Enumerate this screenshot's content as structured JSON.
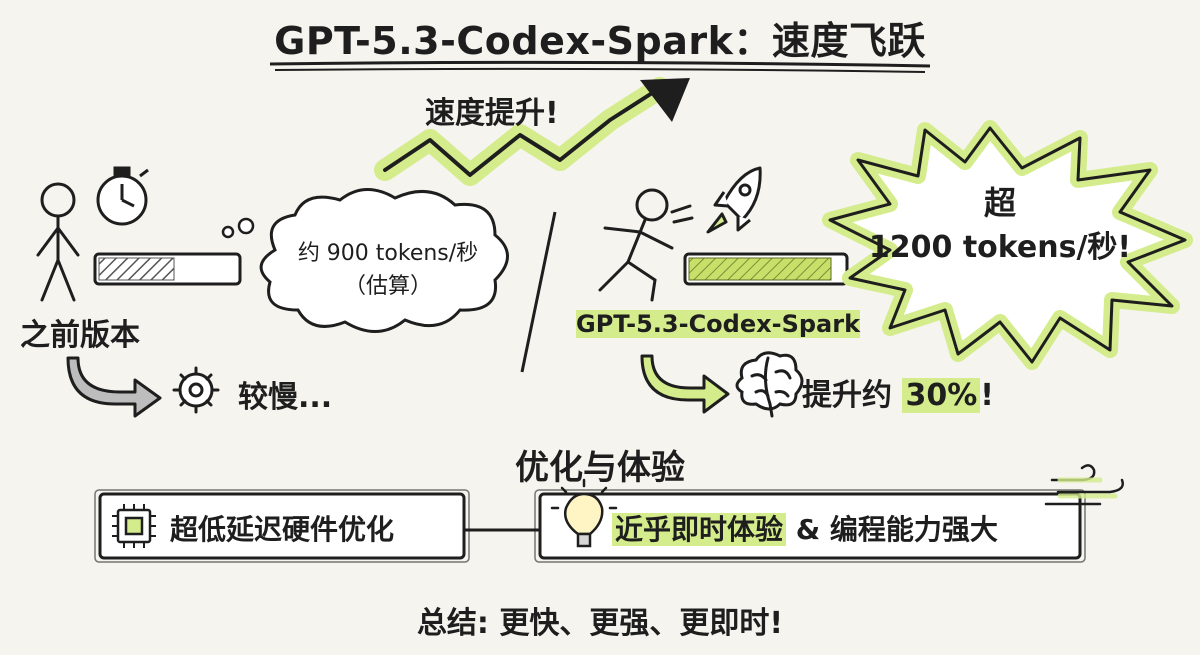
{
  "title": "GPT-5.3-Codex-Spark：速度飞跃",
  "speed_label": "速度提升!",
  "left": {
    "label": "之前版本",
    "cloud_line1": "约 900 tokens/秒",
    "cloud_line2": "（估算）",
    "result": "较慢...",
    "bar_fill": 0.55
  },
  "right": {
    "model_label": "GPT-5.3-Codex-Spark",
    "burst_line1": "超",
    "burst_line2": "1200 tokens/秒!",
    "boost_prefix": "提升约",
    "boost_value": "30%",
    "boost_suffix": "!",
    "bar_fill": 0.92
  },
  "section_title": "优化与体验",
  "features": {
    "box1": "超低延迟硬件优化",
    "box2_highlight": "近乎即时体验",
    "box2_rest": "& 编程能力强大"
  },
  "summary": "总结: 更快、更强、更即时!",
  "colors": {
    "accent": "#d4ec8c",
    "ink": "#1e1e1e",
    "background": "#f5f4ef",
    "bar_gray": "#9a9a9a",
    "bar_green": "#c8e06a"
  },
  "icons": [
    "stopwatch-icon",
    "stick-figure-icon",
    "gear-icon",
    "rocket-icon",
    "running-figure-icon",
    "brain-icon",
    "chip-icon",
    "lightbulb-icon",
    "wind-icon",
    "arrow-icon"
  ]
}
